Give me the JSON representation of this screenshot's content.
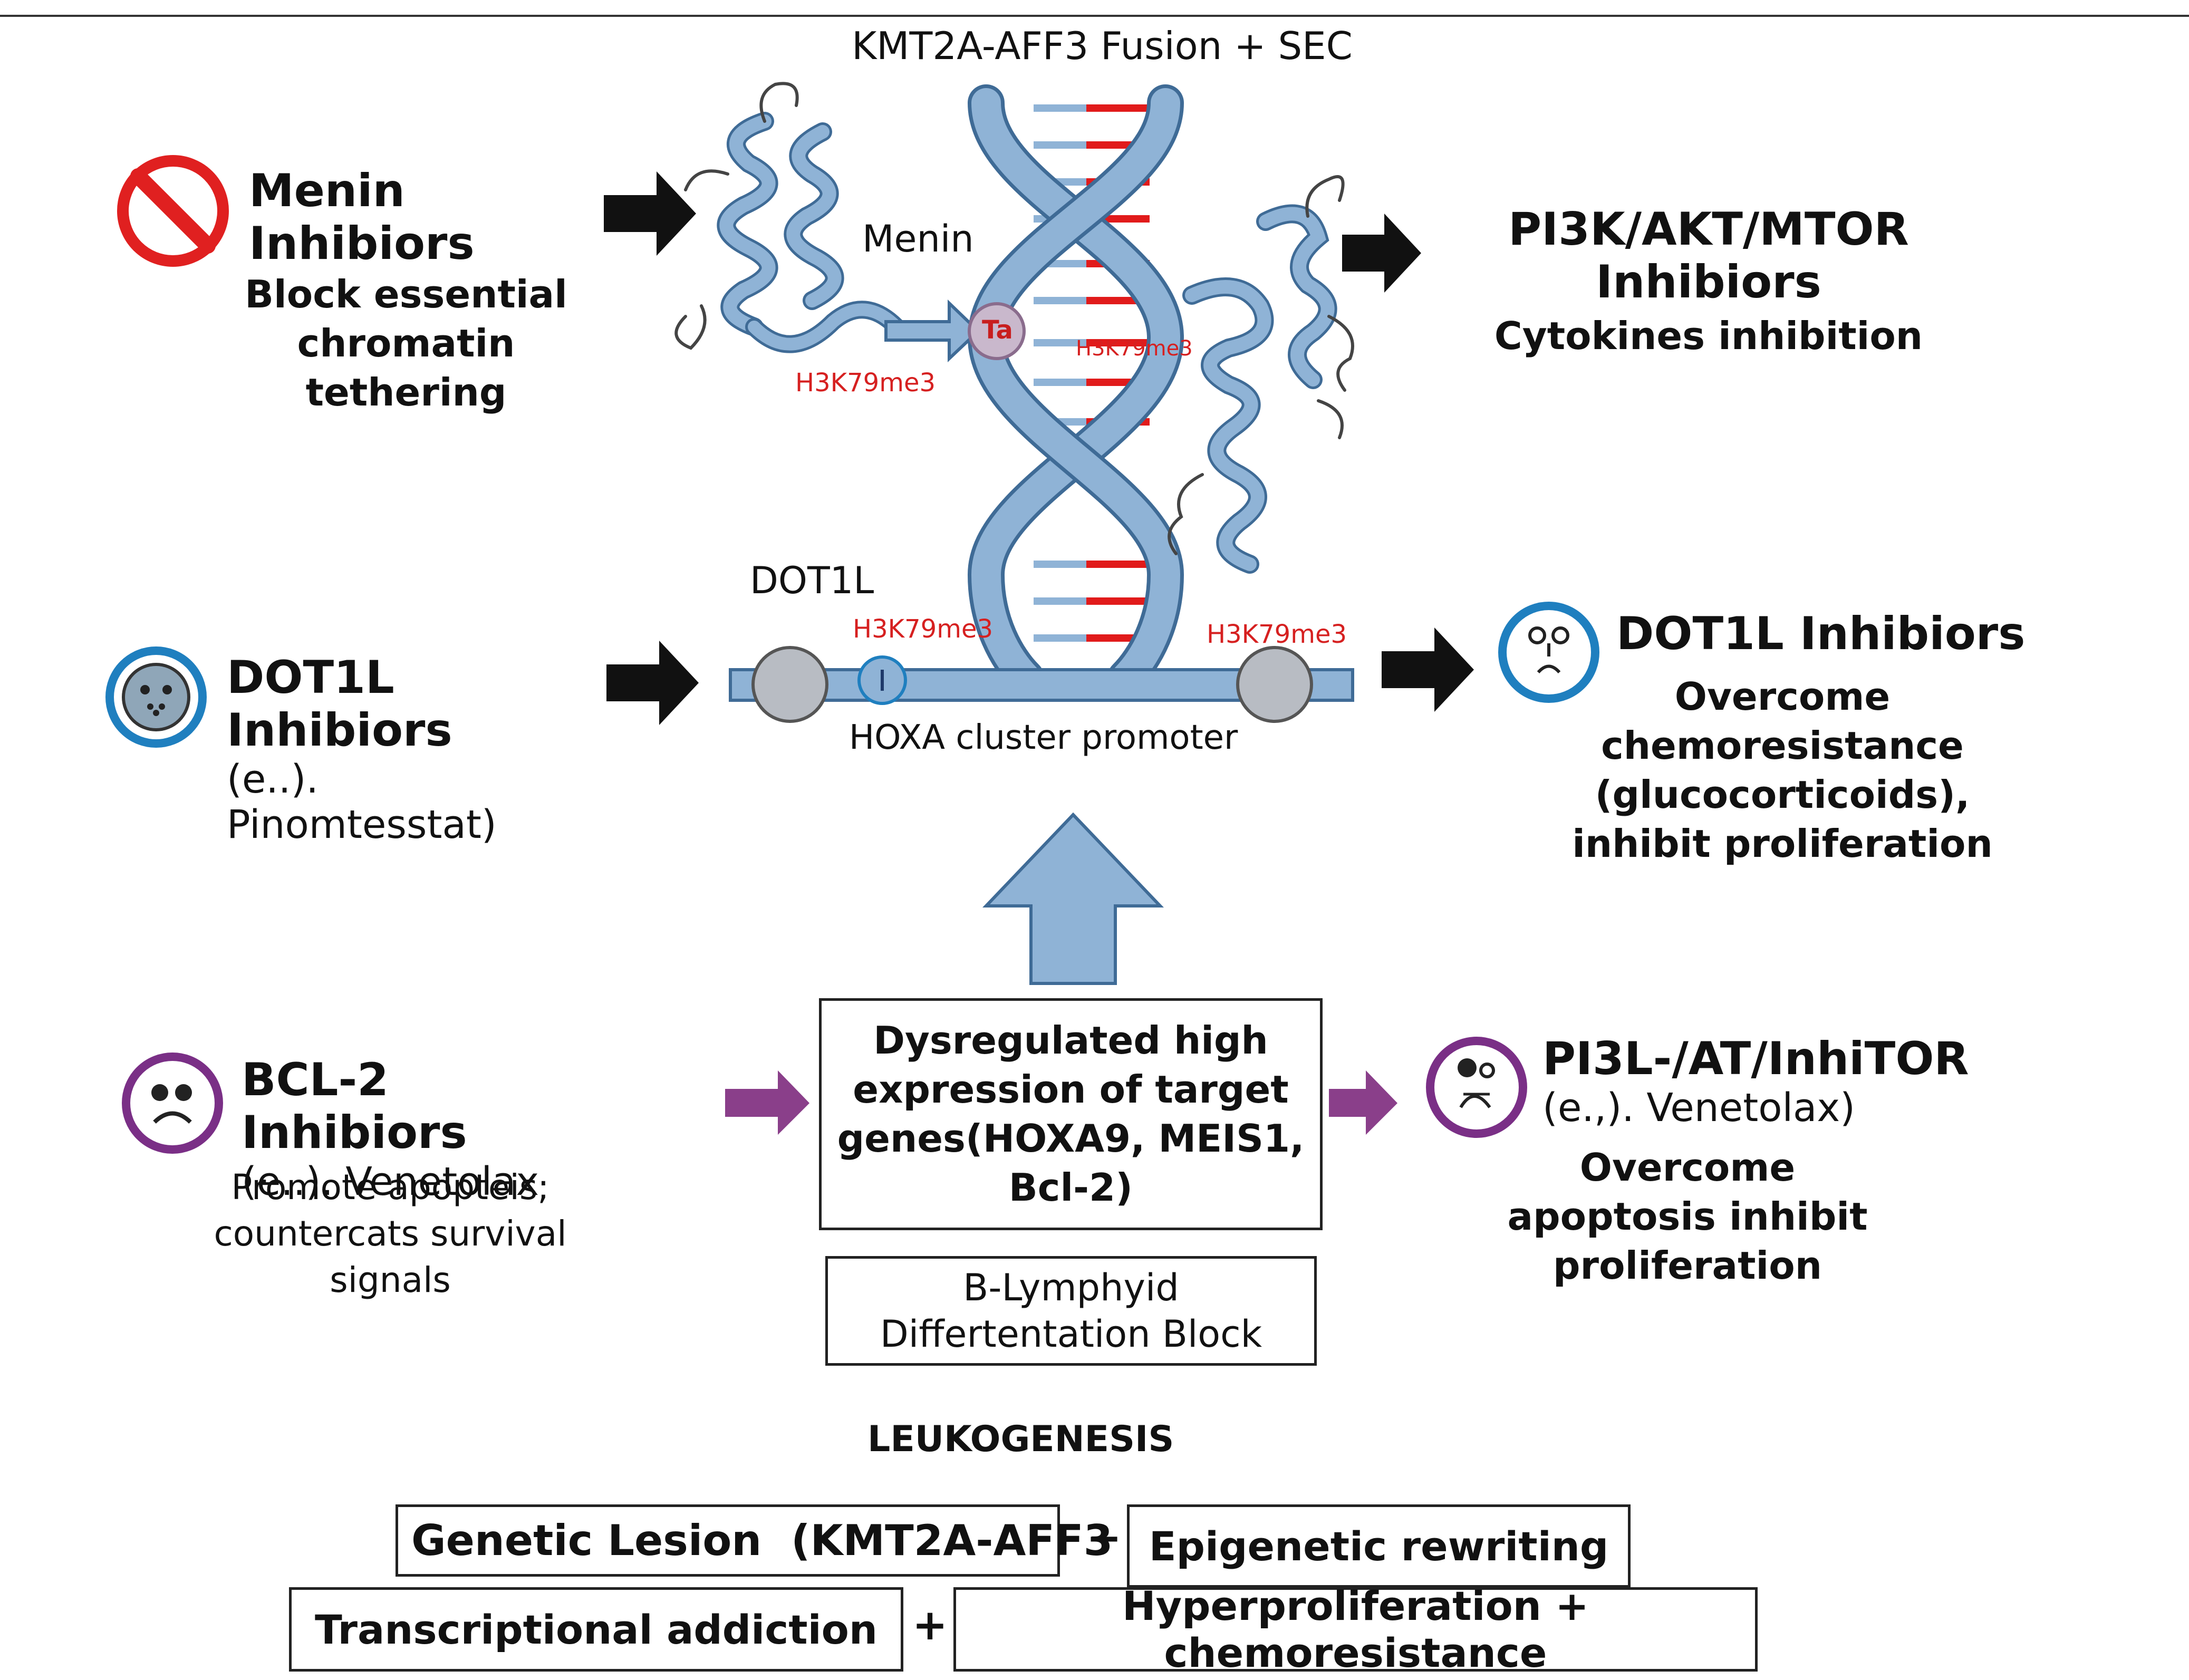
{
  "header_title": "KMT2A-AFF3 Fusion + SEC",
  "labels": {
    "menin": "Menin",
    "dot1l": "DOT1L",
    "h3k79_left": "H3K79me3",
    "h3k79_mid_top": "H3K79me3",
    "h3k79_mid": "H3K79me3",
    "h3k79_right": "H3K79me3",
    "tri": "Ta",
    "promoter": "HOXA cluster promoter"
  },
  "menin_block": {
    "title": "Menin Inhibiors",
    "lines": [
      "Block essential",
      "chromatin",
      "tethering"
    ]
  },
  "pi3k_top": {
    "title": "PI3K/AKT/MTOR Inhibiors",
    "sub": "Cytokines inhibition"
  },
  "dot1l_left": {
    "title": "DOT1L Inhibiors",
    "sub": "(e..). Pinomtesstat)"
  },
  "dot1l_right": {
    "title": "DOT1L Inhibiors",
    "lines": [
      "Overcome",
      "chemoresistance",
      "(glucocorticoids),",
      "inhibit proliferation"
    ]
  },
  "bcl2": {
    "title": "BCL-2 Inhibiors",
    "sub": "(e..). Venetolax",
    "lines": [
      "Promote apopteis;",
      "countercats survival signals"
    ]
  },
  "center_box": {
    "lines": [
      "Dysregulated high",
      "expression of target",
      "genes(HOXA9, MEIS1,",
      "Bcl-2)"
    ]
  },
  "pi3l_right": {
    "title": "PI3L-/AT/InhiTOR",
    "sub": "(e.,). Venetolax)",
    "lines": [
      "Overcome",
      "apoptosis inhibit",
      "proliferation"
    ]
  },
  "block_box": {
    "lines": [
      "B-Lymphyid",
      "Differtentation Block"
    ]
  },
  "leukogenesis": "LEUKOGENESIS",
  "bottom": {
    "genetic": "Genetic Lesion  (KMT2A-AFF3 )",
    "epigenetic": "Epigenetic rewriting",
    "transcriptional": "Transcriptional addiction",
    "hyper": "Hyperproliferation + chemoresistance",
    "plus1": "+",
    "plus2": "+"
  },
  "colors": {
    "helix": "#8fb3d6",
    "helix_edge": "#3f6b96",
    "red_rung": "#e11b1b",
    "arrow_purple": "#8a3f8a",
    "stop_red": "#e02020",
    "blue_ring": "#1f7fbf",
    "purple_ring": "#7a2f86"
  }
}
